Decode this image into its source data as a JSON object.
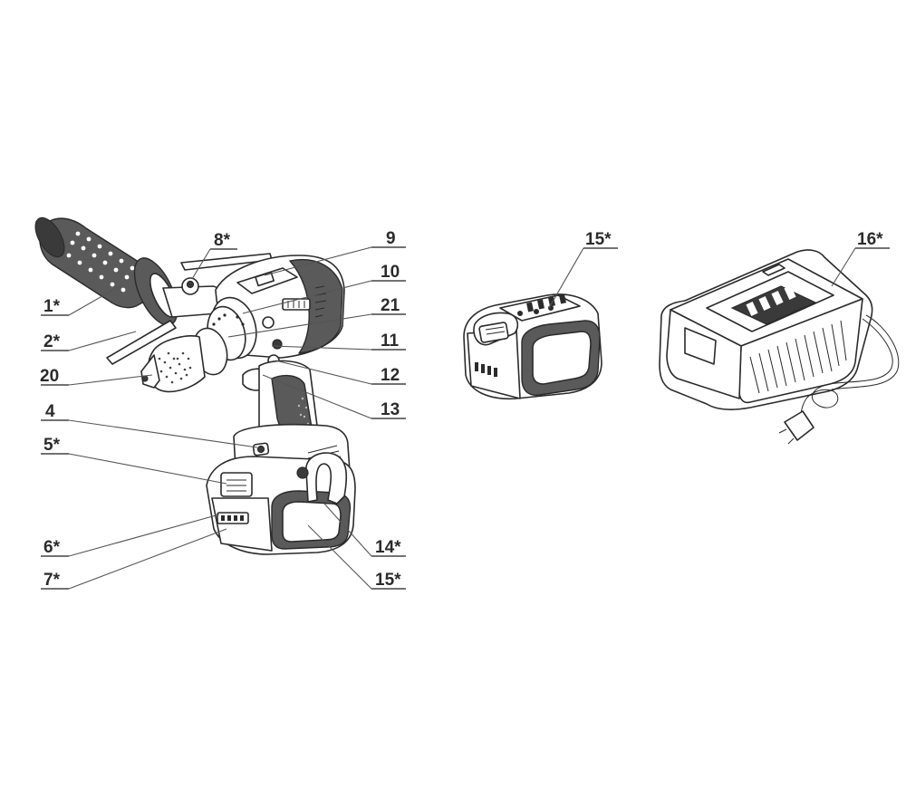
{
  "labels": {
    "l1": "1*",
    "l2": "2*",
    "l20": "20",
    "l4": "4",
    "l5": "5*",
    "l6": "6*",
    "l7": "7*",
    "l8": "8*",
    "l9": "9",
    "l10": "10",
    "l21": "21",
    "l11": "11",
    "l12": "12",
    "l13": "13",
    "l14": "14*",
    "l15a": "15*",
    "l15b": "15*",
    "l16": "16*"
  }
}
